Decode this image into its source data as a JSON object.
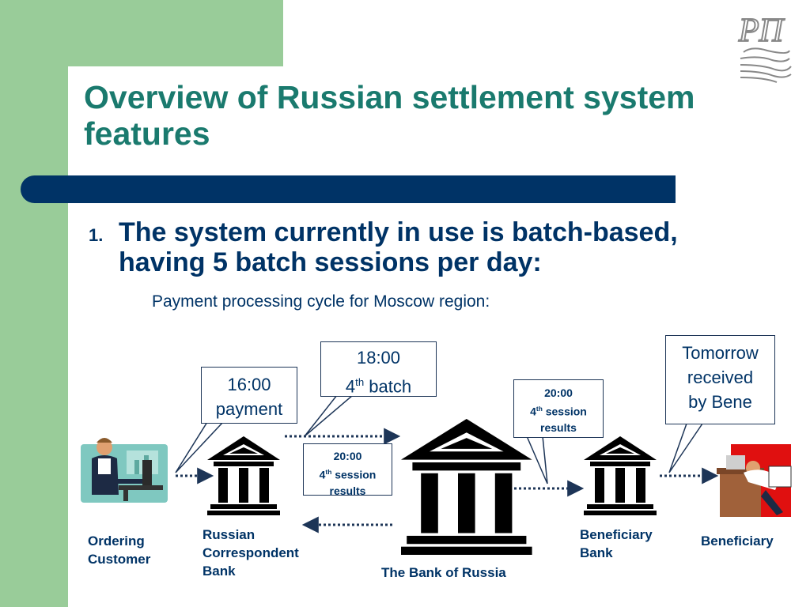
{
  "slide": {
    "title_line1": "Overview of Russian settlement system",
    "title_line2": "features",
    "point_number": "1.",
    "point_line1": "The system currently in use is batch-based,",
    "point_line2": "having 5 batch sessions per day:",
    "caption": "Payment processing cycle for Moscow region:"
  },
  "logo": {
    "text": "РП"
  },
  "callouts": {
    "payment": {
      "line1": "16:00",
      "line2": "payment"
    },
    "batch": {
      "time": "18:00",
      "num": "4",
      "sup": "th",
      "rest": " batch"
    },
    "session_results_right": {
      "time": "20:00",
      "num": "4",
      "sup": "th",
      "rest": " session",
      "line3": "results"
    },
    "session_results_center": {
      "time": "20:00",
      "num": "4",
      "sup": "th",
      "rest": " session",
      "line3": "results"
    },
    "tomorrow": {
      "line1": "Tomorrow",
      "line2": "received",
      "line3": "by Bene"
    }
  },
  "labels": {
    "ordering_customer": {
      "line1": "Ordering",
      "line2": "Customer"
    },
    "correspondent_bank": {
      "line1": "Russian",
      "line2": "Correspondent",
      "line3": "Bank"
    },
    "bank_of_russia": "The Bank of Russia",
    "beneficiary_bank": {
      "line1": "Beneficiary",
      "line2": "Bank"
    },
    "beneficiary": "Beneficiary"
  },
  "colors": {
    "title": "#1a7a6e",
    "navy": "#003366",
    "green_panel": "#99cc99"
  }
}
